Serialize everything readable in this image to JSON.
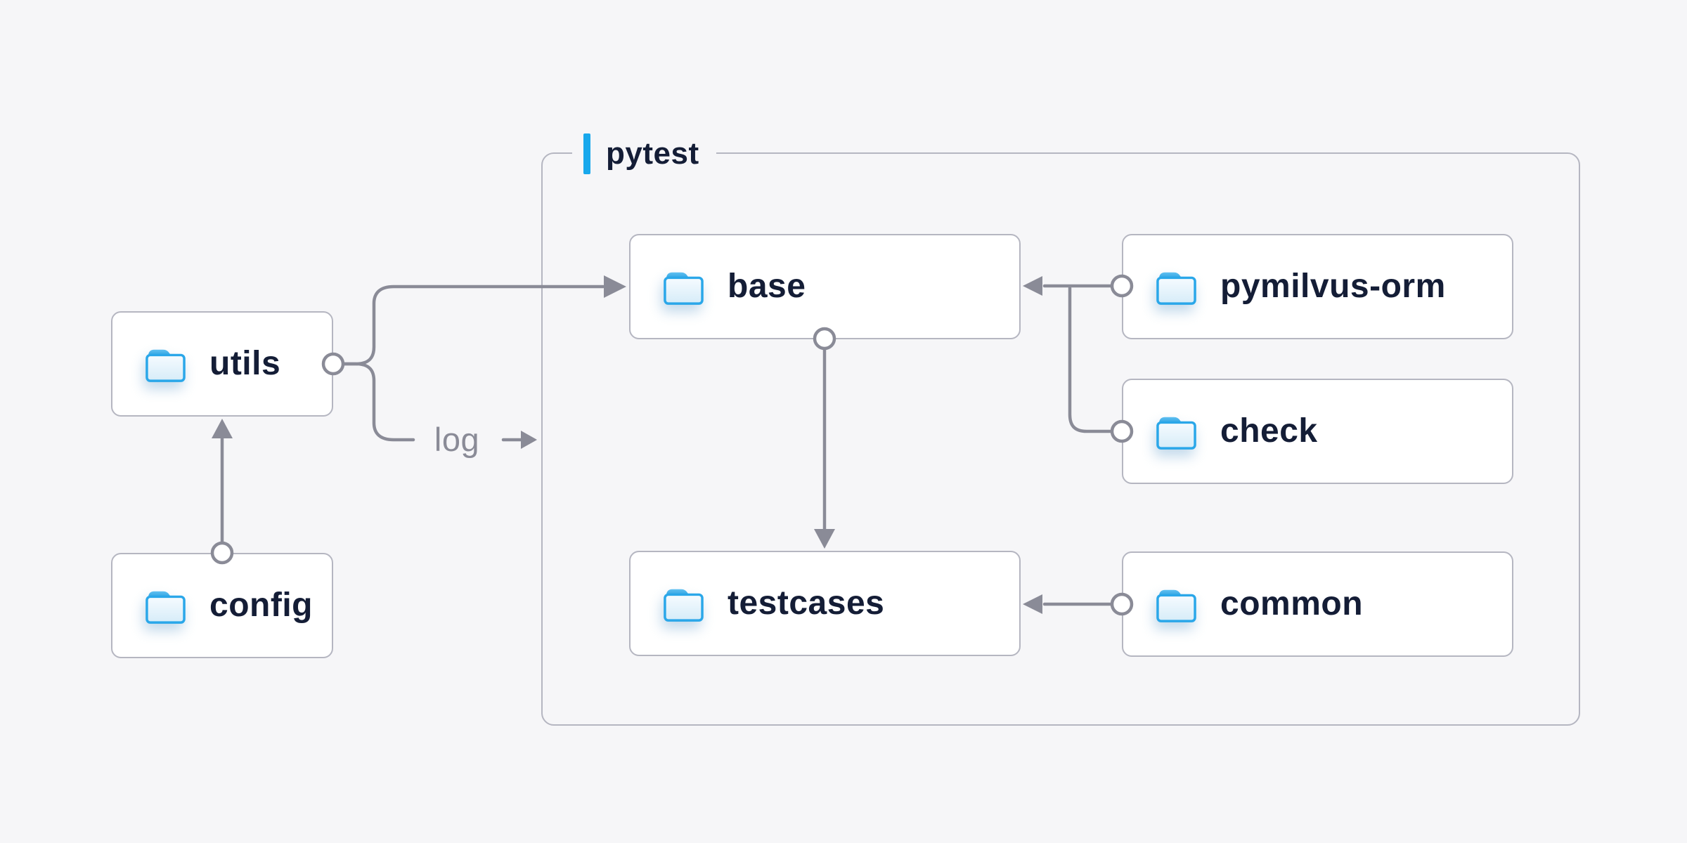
{
  "page": {
    "background": "#f6f6f8"
  },
  "colors": {
    "accent_blue": "#18a8ec",
    "folder_stroke_blue": "#2aa7e9",
    "folder_fill_light": "#e9f5fc",
    "node_border_gray": "#b5b6c1",
    "edge_gray": "#8a8b97",
    "text_navy": "#141d36"
  },
  "group": {
    "label": "pytest"
  },
  "nodes": [
    {
      "id": "utils",
      "label": "utils",
      "icon": "folder-icon"
    },
    {
      "id": "config",
      "label": "config",
      "icon": "folder-icon"
    },
    {
      "id": "base",
      "label": "base",
      "icon": "folder-icon"
    },
    {
      "id": "testcases",
      "label": "testcases",
      "icon": "folder-icon"
    },
    {
      "id": "pymilvus-orm",
      "label": "pymilvus-orm",
      "icon": "folder-icon"
    },
    {
      "id": "check",
      "label": "check",
      "icon": "folder-icon"
    },
    {
      "id": "common",
      "label": "common",
      "icon": "folder-icon"
    }
  ],
  "edges": [
    {
      "from": "utils",
      "to": "base",
      "label": ""
    },
    {
      "from": "utils",
      "to": "pytest",
      "label": "log"
    },
    {
      "from": "config",
      "to": "utils",
      "label": ""
    },
    {
      "from": "pymilvus-orm",
      "to": "base",
      "label": ""
    },
    {
      "from": "check",
      "to": "base",
      "label": ""
    },
    {
      "from": "base",
      "to": "testcases",
      "label": ""
    },
    {
      "from": "common",
      "to": "testcases",
      "label": ""
    }
  ]
}
